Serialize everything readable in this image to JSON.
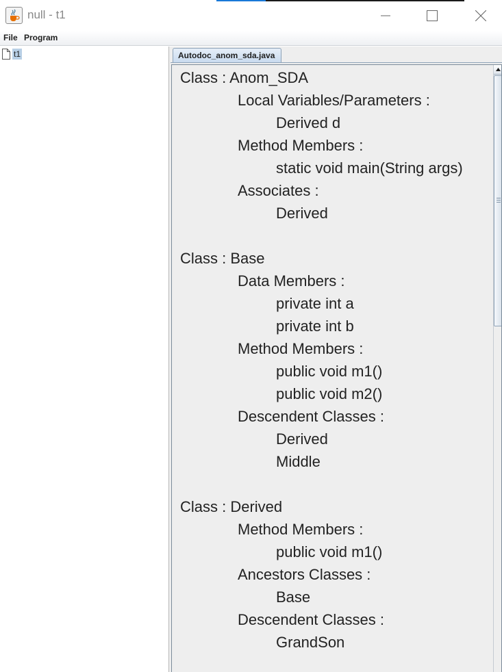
{
  "window": {
    "title": "null - t1",
    "icon": "java-cup-icon"
  },
  "menubar": {
    "items": [
      "File",
      "Program"
    ]
  },
  "tree": {
    "nodes": [
      {
        "label": "t1",
        "icon": "file-icon",
        "selected": true
      }
    ]
  },
  "editor": {
    "tab_label": "Autodoc_anom_sda.java",
    "lines": [
      "Class : Anom_SDA",
      "Local Variables/Parameters :",
      "Derived d",
      "Method Members :",
      "static void main(String args)",
      "Associates :",
      "Derived",
      "",
      "Class : Base",
      "Data Members :",
      "private int a",
      "private int b",
      "Method Members :",
      "public void m1()",
      "public void m2()",
      "Descendent Classes :",
      "Derived",
      "Middle",
      "",
      "Class : Derived",
      "Method Members :",
      "public void m1()",
      "Ancestors Classes :",
      "Base",
      "Descendent Classes :",
      "GrandSon"
    ]
  },
  "colors": {
    "selection": "#b8cfe5",
    "tab_fill": "#c9dbef",
    "panel_background": "#eeeeee",
    "titlebar_accent": "#1979d8"
  }
}
